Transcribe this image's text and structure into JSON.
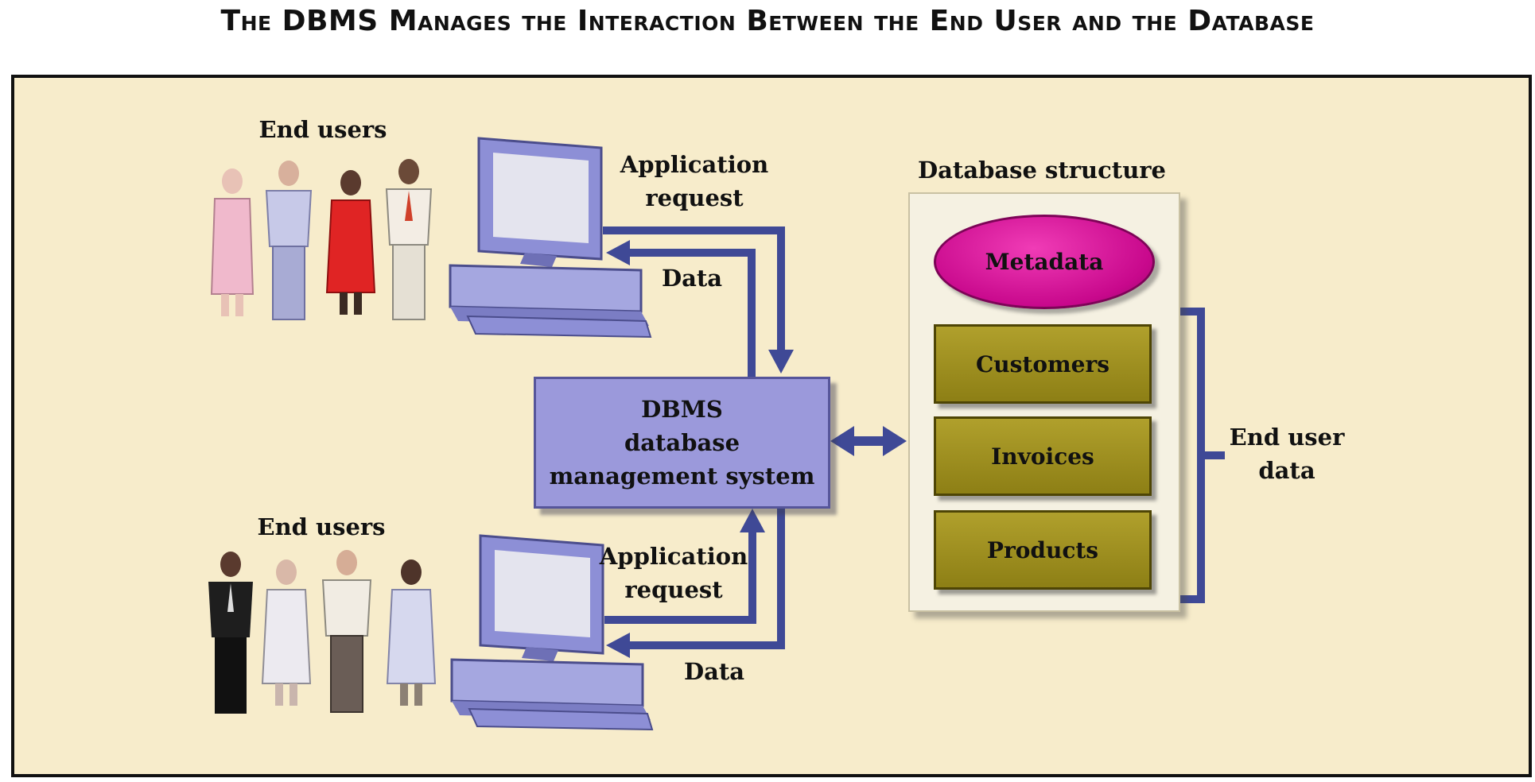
{
  "title": "The DBMS Manages the Interaction Between the End User and the Database",
  "top_group": {
    "end_users_label": "End users",
    "request_label": "Application\nrequest",
    "data_label": "Data"
  },
  "bottom_group": {
    "end_users_label": "End users",
    "request_label": "Application\nrequest",
    "data_label": "Data"
  },
  "dbms": {
    "label": "DBMS\ndatabase\nmanagement system"
  },
  "database": {
    "label": "Database structure",
    "metadata": "Metadata",
    "tables": [
      "Customers",
      "Invoices",
      "Products"
    ],
    "end_user_data_label": "End user\ndata"
  },
  "colors": {
    "arrow": "#3f4996",
    "dbms": "#9b99db",
    "metadata": "#d60d98",
    "table": "#a09020",
    "background": "#f7eccb"
  }
}
